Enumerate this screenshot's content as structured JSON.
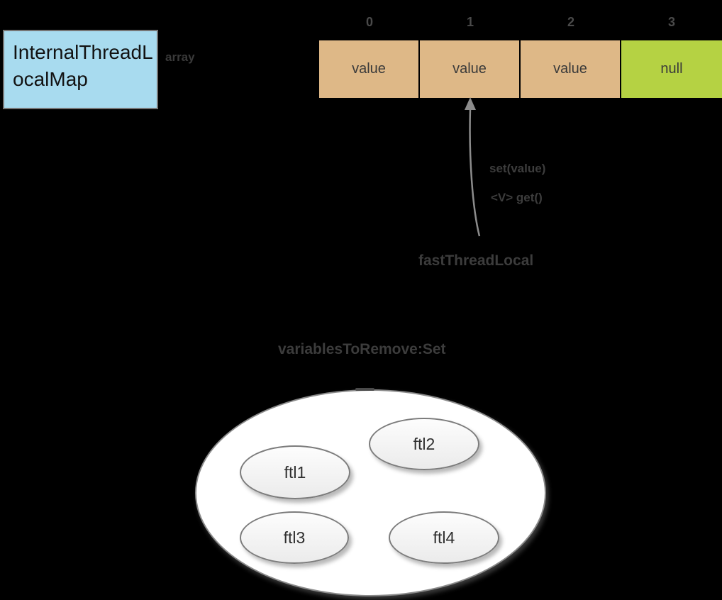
{
  "diagram": {
    "map_box": {
      "label_full": "InternalThreadLocalMap",
      "line1": "InternalThreadL",
      "line2": "ocalMap",
      "fill": "#a8dbef"
    },
    "array_label": "array",
    "array": {
      "indices": [
        "0",
        "1",
        "2",
        "3"
      ],
      "cells": [
        {
          "text": "value",
          "fill": "#deb887"
        },
        {
          "text": "value",
          "fill": "#deb887"
        },
        {
          "text": "value",
          "fill": "#deb887"
        },
        {
          "text": "null",
          "fill": "#b5d243"
        }
      ]
    },
    "arrow": {
      "color": "#8c8c8c",
      "set_label": "set(value)",
      "get_label": "<V> get()"
    },
    "fast_thread_local_label": "fastThreadLocal",
    "set_section": {
      "title": "variablesToRemove:Set",
      "items": [
        "ftl1",
        "ftl2",
        "ftl3",
        "ftl4"
      ]
    },
    "colors": {
      "background": "#000000",
      "tan": "#deb887",
      "green": "#b5d243",
      "blue": "#a8dbef",
      "arrow_gray": "#8c8c8c"
    }
  }
}
